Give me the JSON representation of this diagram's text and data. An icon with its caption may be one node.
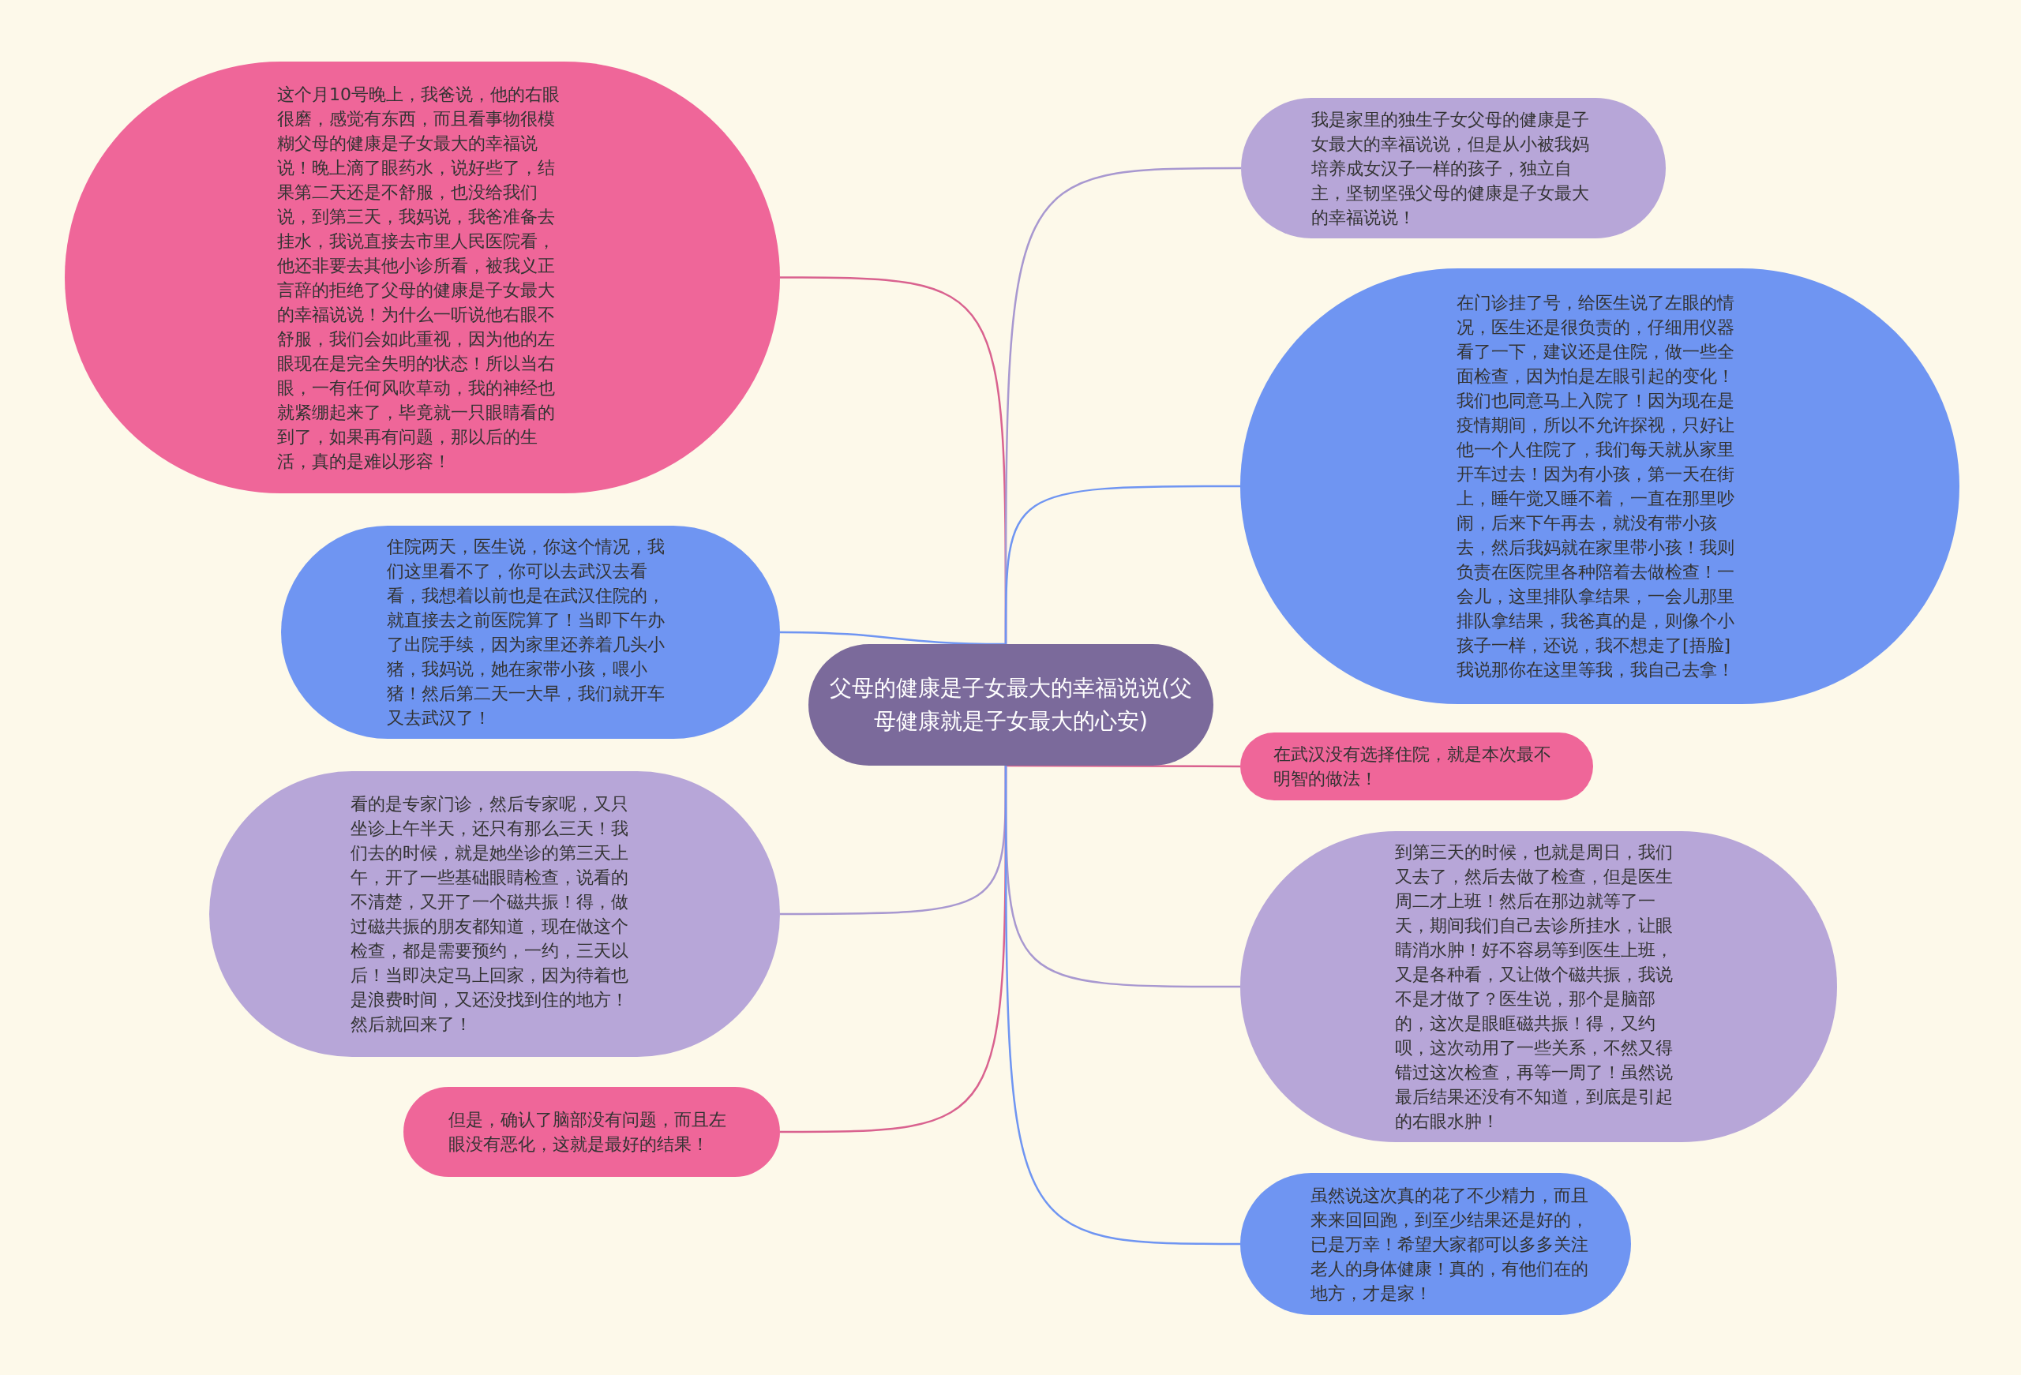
{
  "diagram": {
    "nodes": [
      {
        "text": [
          "父母的健康是子女最大的幸福说说(父母健康就是子女最大的心安)"
        ]
      },
      {
        "text": [
          "这个月10号晚上，我爸说，他的右眼很磨，感觉有东西，而且看事物很模糊父母的健康是子女最大的幸福说说！晚上滴了眼药水，说好些了，结果第二天还是不舒服，也没给我们说，到第三天，我妈说，我爸准备去挂水，我说直接去市里人民医院看，他还非要去其他小诊所看，被我义正言辞的拒绝了父母的健康是子女最大的幸福说说！为什么一听说他右眼不舒服，我们会如此重视，因为他的左眼现在是完全失明的状态！所以当右眼，一有任何风吹草动，我的神经也就紧绷起来了，毕竟就一只眼睛看的到了，如果再有问题，那以后的生活，真的是难以形容！"
        ]
      },
      {
        "text": [
          "住院两天，医生说，你这个情况，我们这里看不了，你可以去武汉去看看，我想着以前也是在武汉住院的，就直接去之前医院算了！当即下午办了出院手续，因为家里还养着几头小猪，我妈说，她在家带小孩，喂小猪！然后第二天一大早，我们就开车又去武汉了！"
        ]
      },
      {
        "text": [
          "看的是专家门诊，然后专家呢，又只坐诊上午半天，还只有那么三天！我们去的时候，就是她坐诊的第三天上午，开了一些基础眼睛检查，说看的不清楚，又开了一个磁共振！得，做过磁共振的朋友都知道，现在做这个检查，都是需要预约，一约，三天以后！当即决定马上回家，因为待着也是浪费时间，又还没找到住的地方！然后就回来了！"
        ]
      },
      {
        "text": [
          "但是，确认了脑部没有问题，而且左眼没有恶化，这就是最好的结果！"
        ]
      },
      {
        "text": [
          "我是家里的独生子女父母的健康是子女最大的幸福说说，但是从小被我妈培养成女汉子一样的孩子，独立自主，坚韧坚强父母的健康是子女最大的幸福说说！"
        ]
      },
      {
        "text": [
          "在门诊挂了号，给医生说了左眼的情况，医生还是很负责的，仔细用仪器看了一下，建议还是住院，做一些全面检查，因为怕是左眼引起的变化！我们也同意马上入院了！因为现在是疫情期间，所以不允许探视，只好让他一个人住院了，我们每天就从家里开车过去！因为有小孩，第一天在街上，睡午觉又睡不着，一直在那里吵闹，后来下午再去，就没有带小孩去，然后我妈就在家里带小孩！我则负责在医院里各种陪着去做检查！一会儿，这里排队拿结果，一会儿那里排队拿结果，我爸真的是，则像个小孩子一样，还说，我不想走了[捂脸]我说那你在这里等我，我自己去拿！"
        ]
      },
      {
        "text": [
          "在武汉没有选择住院，就是本次最不明智的做法！"
        ]
      },
      {
        "text": [
          "到第三天的时候，也就是周日，我们又去了，然后去做了检查，但是医生周二才上班！然后在那边就等了一天，期间我们自己去诊所挂水，让眼睛消水肿！好不容易等到医生上班，又是各种看，又让做个磁共振，我说不是才做了？医生说，那个是脑部的，这次是眼眶磁共振！得，又约呗，这次动用了一些关系，不然又得错过这次检查，再等一周了！虽然说最后结果还没有不知道，到底是引起的右眼水肿！"
        ]
      },
      {
        "text": [
          "虽然说这次真的花了不少精力，而且来来回回跑，到至少结果还是好的，已是万幸！希望大家都可以多多关注老人的身体健康！真的，有他们在的地方，才是家！"
        ]
      }
    ],
    "edges": [
      {
        "from": 0,
        "to": 1,
        "arrow": "none",
        "color": "#d9628f"
      },
      {
        "from": 0,
        "to": 2,
        "arrow": "none",
        "color": "#6f95f2"
      },
      {
        "from": 0,
        "to": 3,
        "arrow": "none",
        "color": "#a898d0"
      },
      {
        "from": 0,
        "to": 4,
        "arrow": "none",
        "color": "#d9628f"
      },
      {
        "from": 0,
        "to": 5,
        "arrow": "none",
        "color": "#a898d0"
      },
      {
        "from": 0,
        "to": 6,
        "arrow": "none",
        "color": "#6f95f2"
      },
      {
        "from": 0,
        "to": 7,
        "arrow": "none",
        "color": "#d9628f"
      },
      {
        "from": 0,
        "to": 8,
        "arrow": "none",
        "color": "#a898d0"
      },
      {
        "from": 0,
        "to": 9,
        "arrow": "none",
        "color": "#6f95f2"
      }
    ]
  }
}
